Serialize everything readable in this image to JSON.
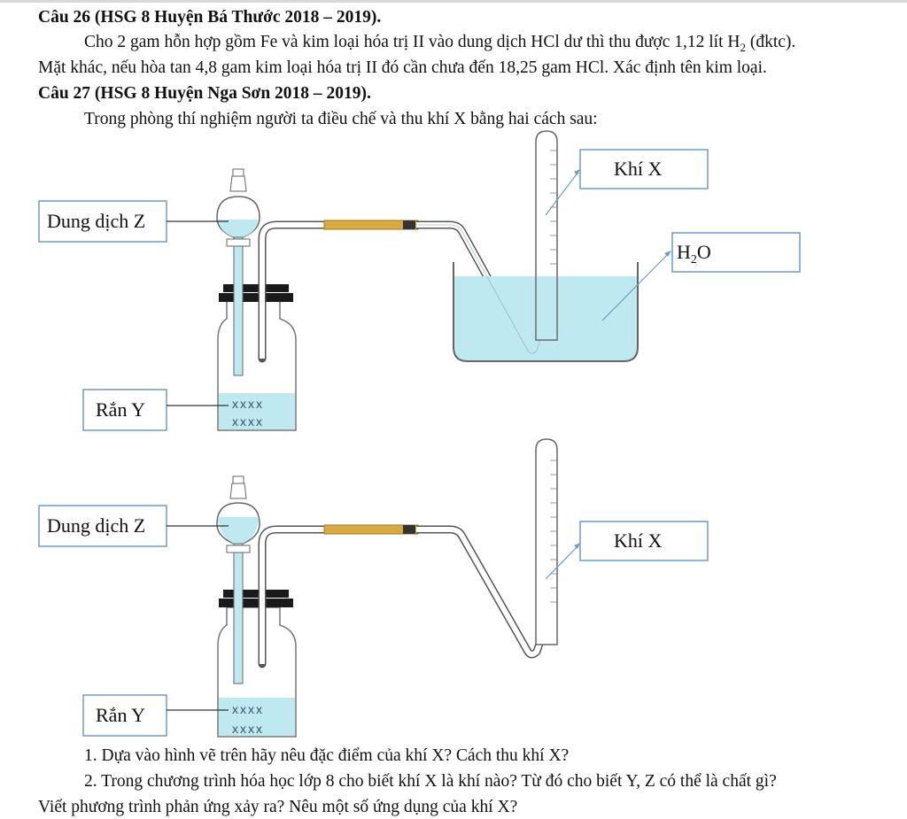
{
  "q26": {
    "title": "Câu 26 (HSG 8 Huyện Bá Thước 2018 – 2019).",
    "line1_pre": "Cho 2 gam hỗn hợp gồm Fe và kim loại hóa trị II vào dung dịch HCl dư thì thu được 1,12 lít H",
    "line1_sub": "2",
    "line1_post": " (đktc).",
    "line2": "Mặt khác, nếu hòa tan 4,8 gam kim loại hóa trị II đó cần chưa đến 18,25 gam HCl. Xác định tên kim loại."
  },
  "q27": {
    "title": "Câu 27 (HSG 8 Huyện Nga Sơn 2018 – 2019).",
    "intro": "Trong phòng thí nghiệm người ta điều chế và thu khí X bằng hai cách sau:",
    "q1": "1. Dựa vào hình vẽ trên hãy nêu đặc điểm của khí X? Cách thu khí X?",
    "q2a": "2. Trong chương trình hóa học lớp 8 cho biết khí X là khí nào? Từ đó cho biết Y, Z có thể là chất gì?",
    "q2b": "Viết phương trình phản ứng xảy ra? Nêu một số ứng dụng của khí X?"
  },
  "figure1": {
    "label_solution": "Dung dịch Z",
    "label_gas": "Khí X",
    "label_water_pre": "H",
    "label_water_sub": "2",
    "label_water_post": "O",
    "label_solid": "Rắn Y",
    "solid_marks_1": "xxxx",
    "solid_marks_2": "xxxx"
  },
  "figure2": {
    "label_solution": "Dung dịch Z",
    "label_gas": "Khí X",
    "label_solid": "Rắn Y",
    "solid_marks_1": "xxxx",
    "solid_marks_2": "xxxx"
  },
  "colors": {
    "liquid": "#bfe9f0",
    "tube_joint": "#d9aa40",
    "label_border": "#6d9cc6",
    "stopper": "#1a1a1a"
  }
}
